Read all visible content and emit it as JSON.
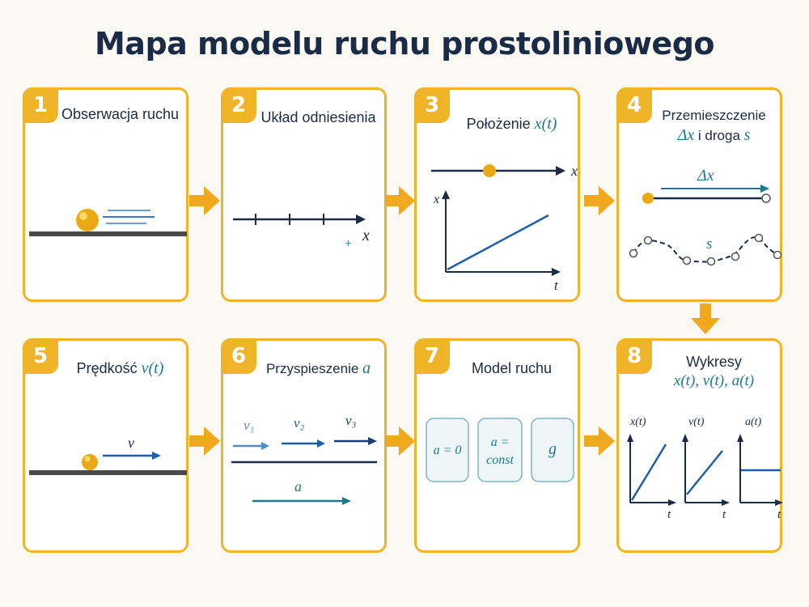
{
  "title": "Mapa modelu ruchu prostoliniowego",
  "colors": {
    "accent": "#f0b429",
    "navy": "#1b2a45",
    "blue": "#1f5fa8",
    "teal": "#1f7a8c"
  },
  "steps": [
    {
      "num": "1",
      "title": "Obserwacja ruchu"
    },
    {
      "num": "2",
      "title": "Układ odniesienia",
      "axis_label": "x",
      "plus": "+"
    },
    {
      "num": "3",
      "title": "Położenie",
      "math": "x(t)",
      "axis_x": "x",
      "graph_y": "x",
      "graph_x": "t"
    },
    {
      "num": "4",
      "title": "Przemieszczenie",
      "math1": "Δx",
      "mid": "i droga",
      "math2": "s",
      "disp_label": "Δx",
      "path_label": "s"
    },
    {
      "num": "5",
      "title": "Prędkość",
      "math": "v(t)",
      "vec_label": "v"
    },
    {
      "num": "6",
      "title": "Przyspieszenie",
      "math": "a",
      "v1": "v₁",
      "v2": "v₂",
      "v3": "v₃",
      "acc_label": "a"
    },
    {
      "num": "7",
      "title": "Model ruchu",
      "boxes": [
        "a = 0",
        "a = const",
        "g"
      ]
    },
    {
      "num": "8",
      "title": "Wykresy",
      "math": "x(t), v(t), a(t)",
      "graphs": [
        {
          "y": "x(t)",
          "x": "t"
        },
        {
          "y": "v(t)",
          "x": "t"
        },
        {
          "y": "a(t)",
          "x": "t"
        }
      ]
    }
  ]
}
